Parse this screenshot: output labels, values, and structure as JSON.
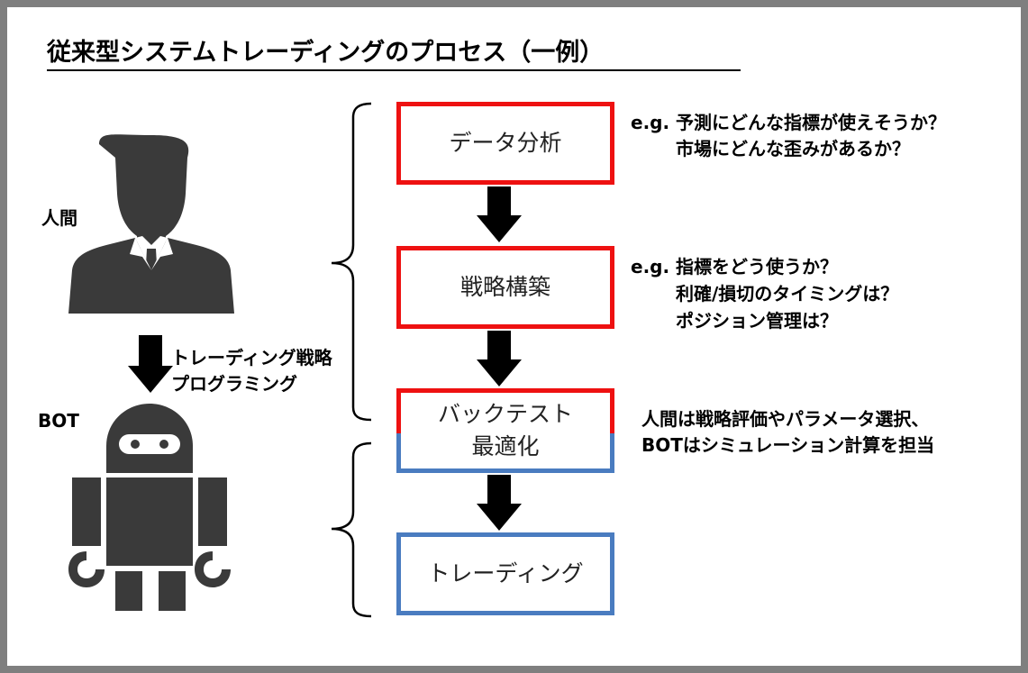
{
  "title": "従来型システムトレーディングのプロセス（一例）",
  "human_label": "人間",
  "bot_label": "BOT",
  "handoff_label": [
    "トレーディング戦略",
    "プログラミング"
  ],
  "steps": [
    {
      "label": "データ分析"
    },
    {
      "label": "戦略構築"
    },
    {
      "label_line1": "バックテスト",
      "label_line2": "最適化"
    },
    {
      "label": "トレーディング"
    }
  ],
  "notes": {
    "analysis": [
      "e.g. 予測にどんな指標が使えそうか？",
      "市場にどんな歪みがあるか？"
    ],
    "strategy": [
      "e.g. 指標をどう使うか？",
      "利確/損切のタイミングは？",
      "ポジション管理は？"
    ],
    "roles": [
      "人間は戦略評価やパラメータ選択、",
      "BOTはシミュレーション計算を担当"
    ]
  },
  "colors": {
    "red": "#ee1111",
    "blue": "#4a7cc0",
    "icon": "#3a3a3a"
  },
  "icons": [
    "person-icon",
    "robot-icon",
    "down-arrow-icon",
    "curly-brace-icon"
  ]
}
